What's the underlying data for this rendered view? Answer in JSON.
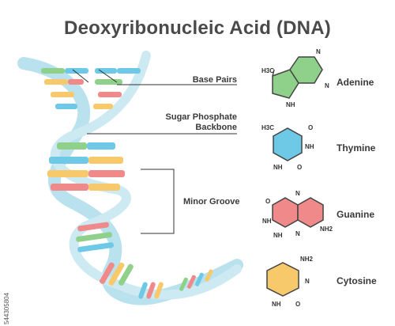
{
  "title": "Deoxyribonucleic Acid (DNA)",
  "labels": {
    "base_pairs": "Base Pairs",
    "backbone_line1": "Sugar Phosphate",
    "backbone_line2": "Backbone",
    "minor_groove": "Minor Groove"
  },
  "bases": [
    {
      "name": "Adenine",
      "color": "#8fd18a"
    },
    {
      "name": "Thymine",
      "color": "#6ec9e6"
    },
    {
      "name": "Guanine",
      "color": "#f08a8a"
    },
    {
      "name": "Cytosine",
      "color": "#f7c96a"
    }
  ],
  "atoms": {
    "adenine": {
      "ch3": "H3C",
      "n1": "N",
      "n2": "N",
      "nh": "NH"
    },
    "thymine": {
      "ch3": "H3C",
      "o1": "O",
      "nh1": "NH",
      "nh2": "NH",
      "o2": "O"
    },
    "guanine": {
      "n": "N",
      "o": "O",
      "nh1": "NH",
      "n2": "N",
      "nh2": "NH2",
      "nh3": "NH"
    },
    "cytosine": {
      "nh2": "NH2",
      "n": "N",
      "nh": "NH",
      "o": "O"
    }
  },
  "colors": {
    "strand": "#b9e2ee",
    "strand_edge": "#9fd2e3",
    "pair_green": "#8fd18a",
    "pair_blue": "#6ec9e6",
    "pair_red": "#f08a8a",
    "pair_yellow": "#f7c96a"
  },
  "watermark": "544305804"
}
